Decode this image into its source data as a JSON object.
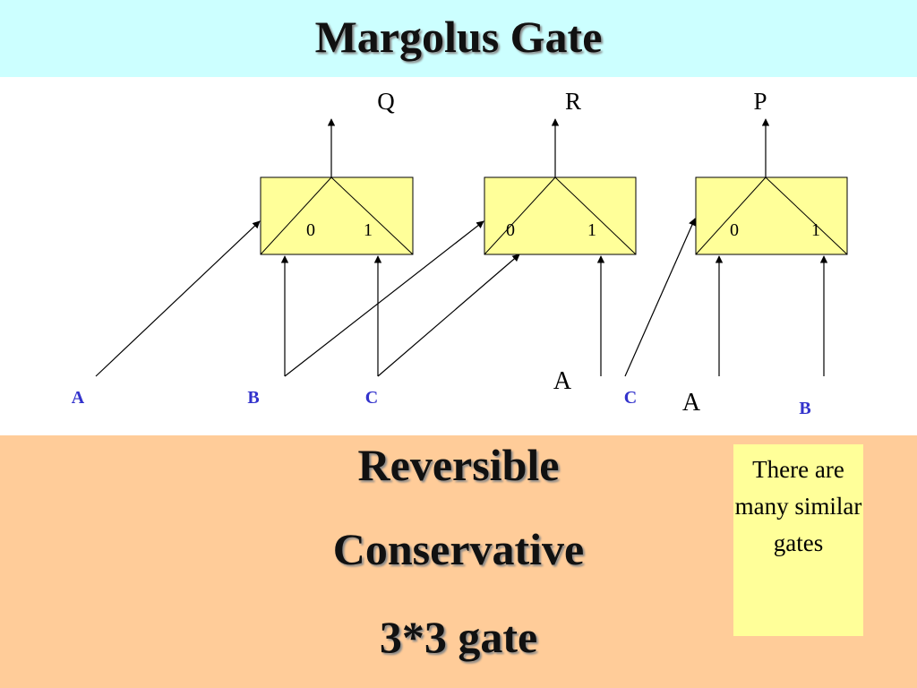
{
  "title": "Margolus Gate",
  "gates": [
    {
      "output": "Q",
      "in0": "0",
      "in1": "1"
    },
    {
      "output": "R",
      "in0": "0",
      "in1": "1"
    },
    {
      "output": "P",
      "in0": "0",
      "in1": "1"
    }
  ],
  "inputs": {
    "a1": "A",
    "b1": "B",
    "c1": "C",
    "a2": "A",
    "c2": "C",
    "a3": "A",
    "b3": "B"
  },
  "properties": [
    "Reversible",
    "Conservative",
    "3*3 gate"
  ],
  "note": "There are many similar gates",
  "colors": {
    "title_bg": "#ccffff",
    "bottom_bg": "#ffcc99",
    "gate_fill": "#ffff99",
    "note_bg": "#ffff99",
    "input_label": "#3333cc"
  }
}
